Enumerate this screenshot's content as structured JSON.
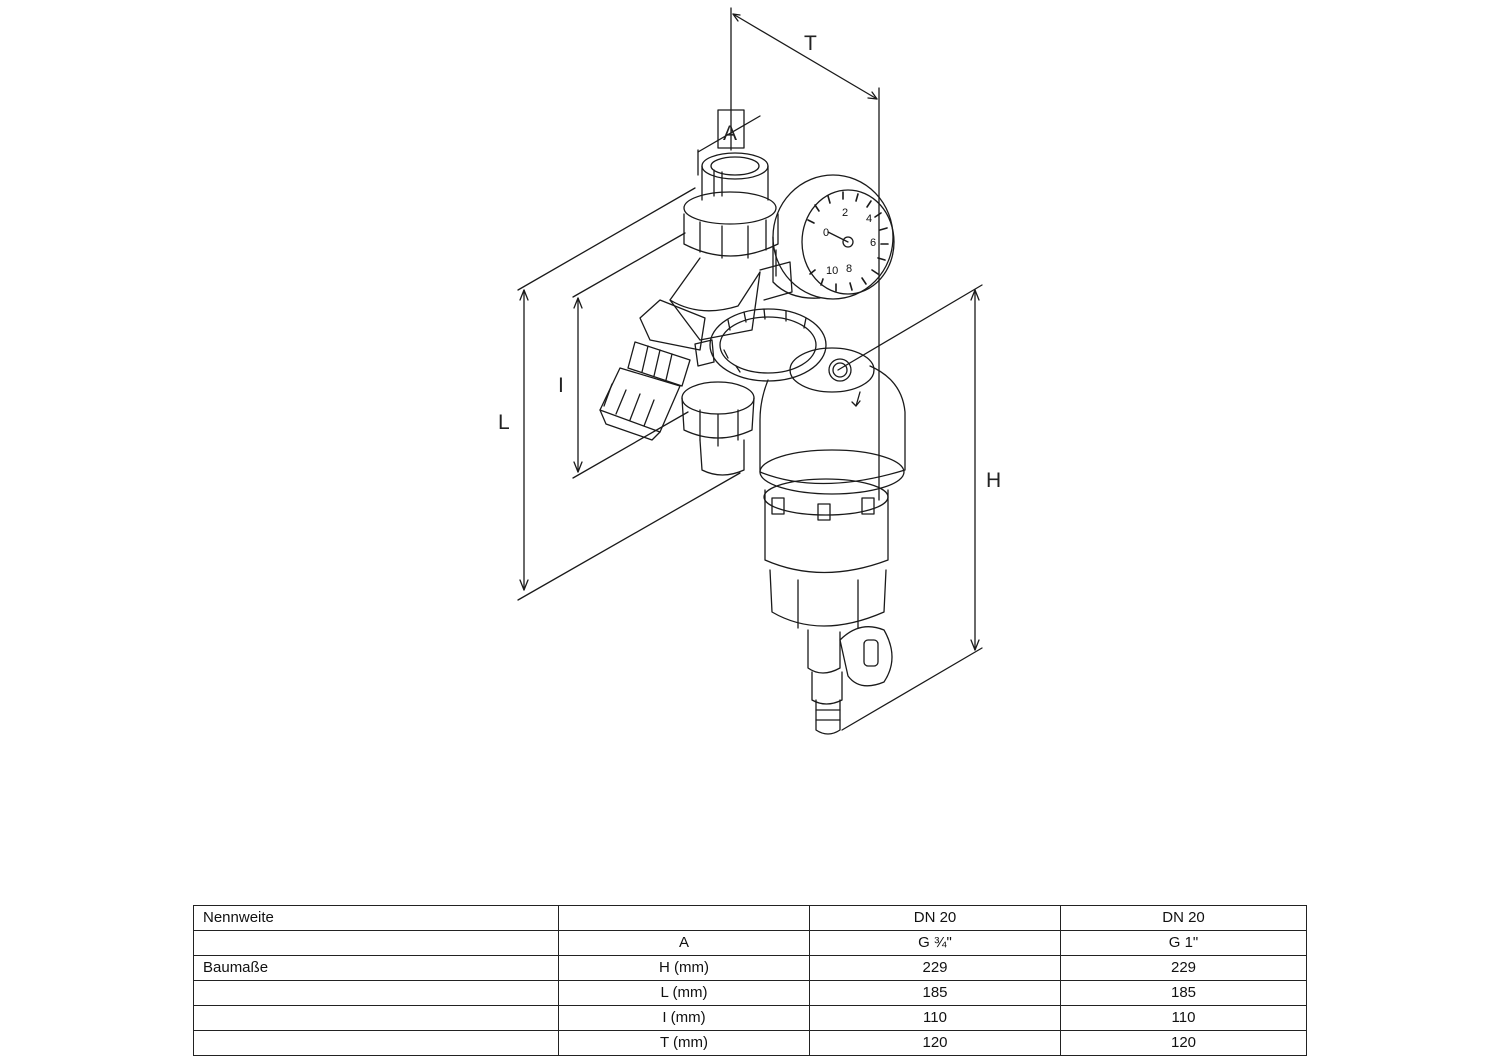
{
  "drawing": {
    "dimension_labels": {
      "T": "T",
      "A": "A",
      "L": "L",
      "I": "I",
      "H": "H"
    },
    "gauge_numbers": [
      "0",
      "2",
      "4",
      "6",
      "8",
      "10"
    ]
  },
  "table": {
    "rows": [
      {
        "c0": "Nennweite",
        "c1": "",
        "c2": "DN 20",
        "c3": "DN 20"
      },
      {
        "c0": "",
        "c1": "A",
        "c2": "G ¾\"",
        "c3": "G 1\""
      },
      {
        "c0": "Baumaße",
        "c1": "H (mm)",
        "c2": "229",
        "c3": "229"
      },
      {
        "c0": "",
        "c1": "L (mm)",
        "c2": "185",
        "c3": "185"
      },
      {
        "c0": "",
        "c1": "I (mm)",
        "c2": "110",
        "c3": "110"
      },
      {
        "c0": "",
        "c1": "T (mm)",
        "c2": "120",
        "c3": "120"
      }
    ]
  }
}
